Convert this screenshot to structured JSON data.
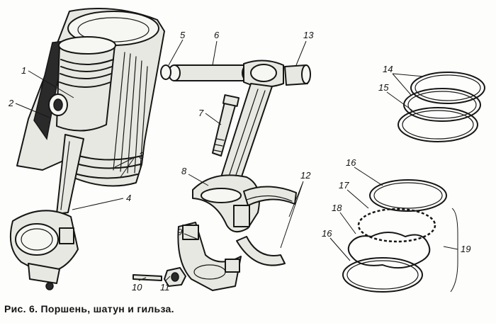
{
  "caption": "Рис. 6. Поршень, шатун и гильза.",
  "labels": {
    "l1": "1",
    "l2": "2",
    "l3": "3",
    "l4": "4",
    "l5": "5",
    "l6": "6",
    "l7": "7",
    "l8": "8",
    "l9": "9",
    "l10": "10",
    "l11": "11",
    "l12": "12",
    "l13": "13",
    "l14": "14",
    "l15": "15",
    "l16a": "16",
    "l16b": "16",
    "l17": "17",
    "l18": "18",
    "l19": "19"
  }
}
